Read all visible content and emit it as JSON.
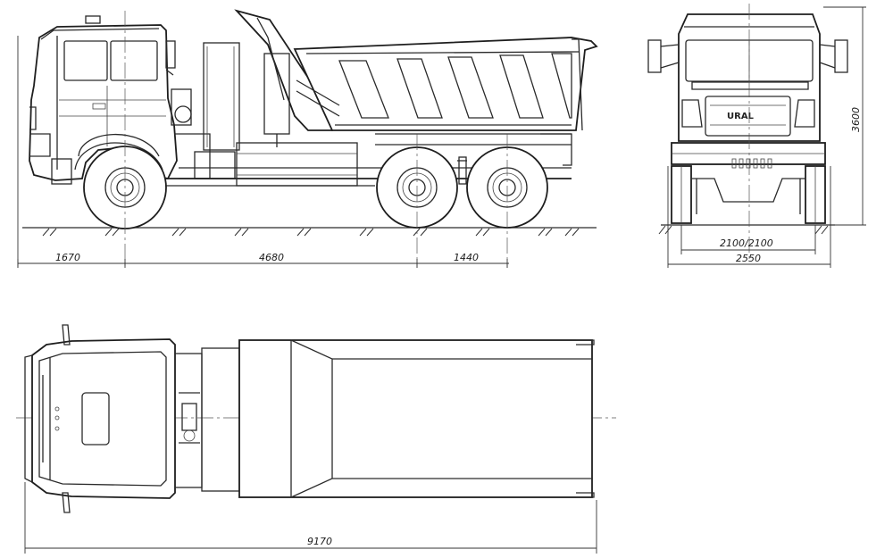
{
  "side_view": {
    "dims": {
      "front_overhang": "1670",
      "wheelbase_front": "4680",
      "wheelbase_rear": "1440"
    }
  },
  "front_view": {
    "dims": {
      "height": "3600",
      "track": "2100/2100",
      "width": "2550"
    },
    "grille_text": "URAL"
  },
  "top_view": {
    "dims": {
      "overall_length": "9170"
    }
  }
}
